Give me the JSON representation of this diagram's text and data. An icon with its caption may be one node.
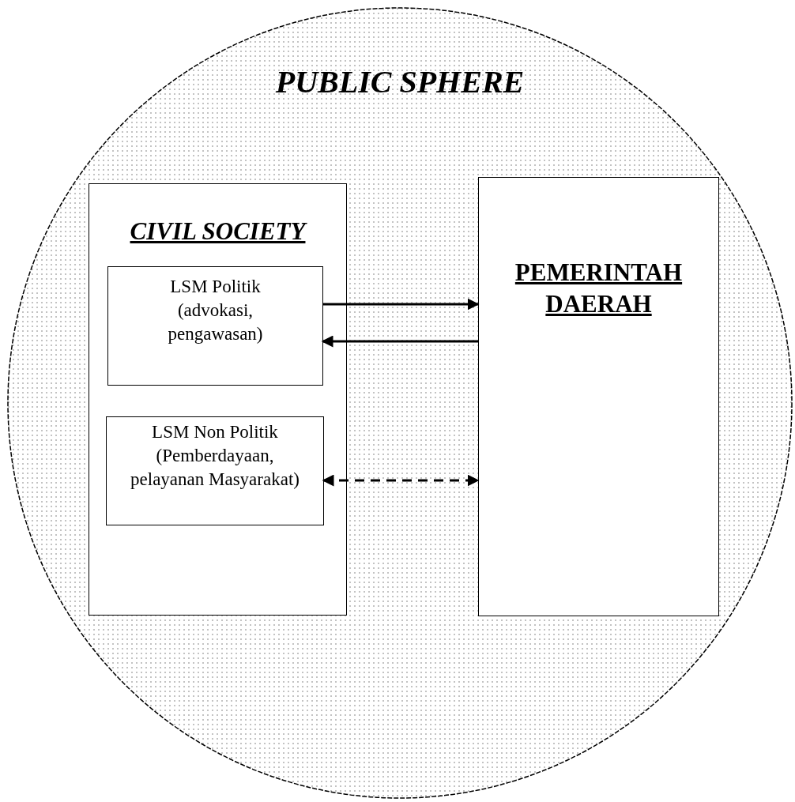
{
  "diagram": {
    "nodes": [
      {
        "text": [
          "PUBLIC SPHERE"
        ]
      },
      {
        "text": [
          "CIVIL SOCIETY"
        ],
        "in": 0
      },
      {
        "text": [
          "LSM Politik (advokasi, pengawasan)"
        ],
        "in": 1
      },
      {
        "text": [
          "LSM Non Politik (Pemberdayaan, pelayanan Masyarakat)"
        ],
        "in": 1
      },
      {
        "text": [
          "PEMERINTAH DAERAH"
        ],
        "in": 0
      }
    ],
    "edges": [
      {
        "from": 2,
        "to": 4,
        "arrow": "to"
      },
      {
        "from": 4,
        "to": 2,
        "arrow": "to"
      },
      {
        "from": 3,
        "to": 4,
        "arrow": "both",
        "style": "dashed"
      }
    ]
  }
}
